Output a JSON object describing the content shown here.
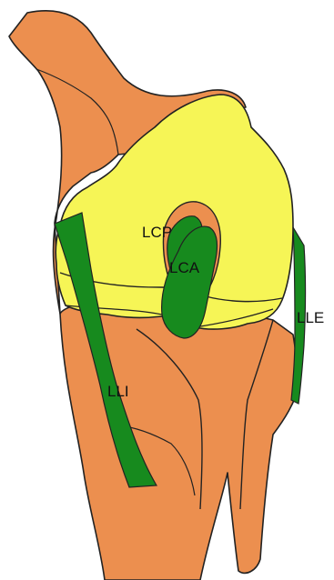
{
  "labels": {
    "lcp": "LCP",
    "lca": "LCA",
    "lle": "LLE",
    "lli": "LLI"
  },
  "colors": {
    "bone": "#EC8F4F",
    "cartilage": "#F6F556",
    "ligament": "#178A1E",
    "outline": "#222222",
    "background": "#FFFFFF"
  }
}
